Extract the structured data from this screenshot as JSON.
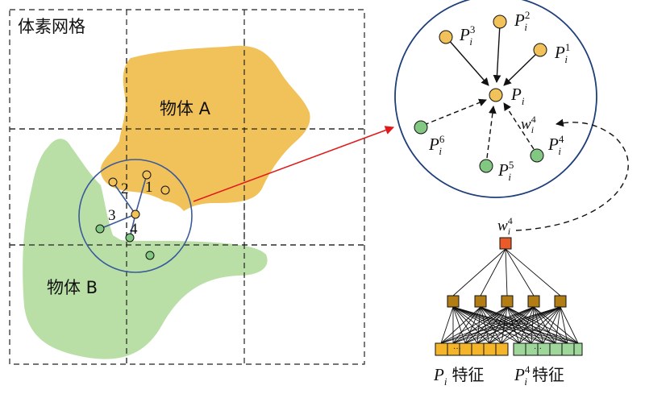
{
  "grid": {
    "title": "体素网格"
  },
  "objects": {
    "object_a": {
      "label": "物体 A",
      "color": "#f2c25a"
    },
    "object_b": {
      "label": "物体 B",
      "color": "#b9dfa7"
    }
  },
  "neighborhood": {
    "edge_labels": [
      "1",
      "2",
      "3",
      "4"
    ]
  },
  "zoom": {
    "center": {
      "base": "P",
      "sub": "i"
    },
    "neighbors": [
      {
        "base": "P",
        "sub": "i",
        "sup": "1",
        "group": "A"
      },
      {
        "base": "P",
        "sub": "i",
        "sup": "2",
        "group": "A"
      },
      {
        "base": "P",
        "sub": "i",
        "sup": "3",
        "group": "A"
      },
      {
        "base": "P",
        "sub": "i",
        "sup": "4",
        "group": "B"
      },
      {
        "base": "P",
        "sub": "i",
        "sup": "5",
        "group": "B"
      },
      {
        "base": "P",
        "sub": "i",
        "sup": "6",
        "group": "B"
      }
    ],
    "weight": {
      "base": "w",
      "sub": "i",
      "sup": "4"
    }
  },
  "network": {
    "output": {
      "base": "w",
      "sub": "i",
      "sup": "4"
    },
    "feature_left": {
      "base": "P",
      "sub": "i",
      "suffix": "特征"
    },
    "feature_right": {
      "base": "P",
      "sub": "i",
      "sup": "4",
      "suffix": "特征"
    }
  },
  "colors": {
    "object_a_node": "#f2c25a",
    "object_b_node": "#82c882",
    "circle_stroke": "#3b5a9a",
    "arrow_red": "#e0191b",
    "hidden_node": "#b27d14",
    "output_node": "#ea5b2a",
    "feature_orange": "#f5b52a",
    "feature_green": "#9fd79a"
  }
}
